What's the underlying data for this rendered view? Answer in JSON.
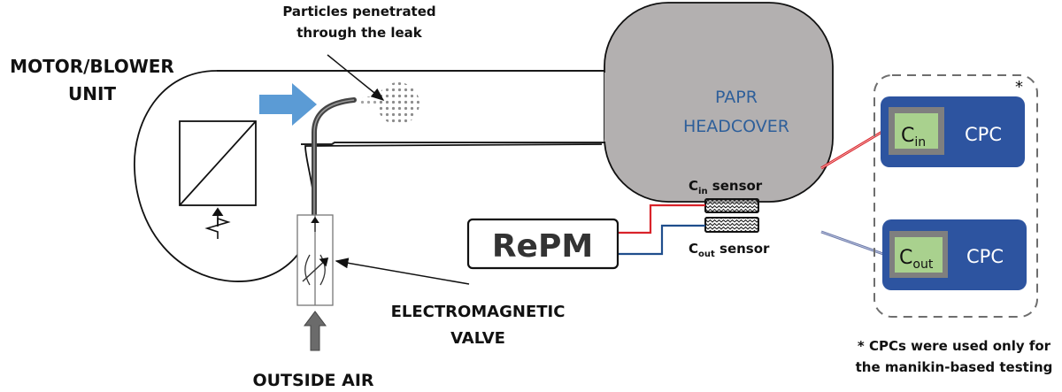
{
  "labels": {
    "motor_blower_line1": "MOTOR/BLOWER",
    "motor_blower_line2": "UNIT",
    "particles_line1": "Particles penetrated",
    "particles_line2": "through the leak",
    "headcover_line1": "PAPR",
    "headcover_line2": "HEADCOVER",
    "cin_sensor_main": "C",
    "cin_sensor_sub": "in",
    "cin_sensor_suffix": " sensor",
    "cout_sensor_main": "C",
    "cout_sensor_sub": "out",
    "cout_sensor_suffix": " sensor",
    "repm": "RePM",
    "valve_line1": "ELECTROMAGNETIC",
    "valve_line2": "VALVE",
    "outside_air": "OUTSIDE AIR",
    "asterisk": "*",
    "cpc_in_main": "C",
    "cpc_in_sub": "in",
    "cpc_in_label": "CPC",
    "cpc_out_main": "C",
    "cpc_out_sub": "out",
    "cpc_out_label": "CPC",
    "footnote_line1": "* CPCs were used only for",
    "footnote_line2": "the manikin-based testing"
  },
  "colors": {
    "headcover_fill": "#b3b0b0",
    "headcover_text": "#2e5f9a",
    "airflow_arrow": "#5b9bd5",
    "outside_air_arrow": "#6b6b6b",
    "cpc_fill": "#2d54a0",
    "cpc_display_frame": "#7f7f7f",
    "cpc_display_fill": "#a9d18e",
    "cin_line": "#d9232a",
    "cout_line": "#1f4e8c",
    "cpc_out_line": "#6a78a8",
    "dashed_box": "#6e6e6e"
  }
}
